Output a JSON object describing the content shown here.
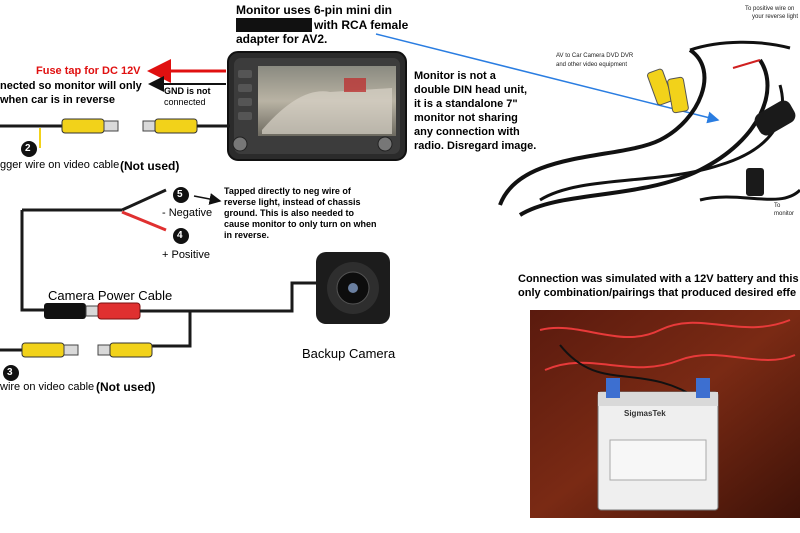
{
  "texts": {
    "monitor_top_l1": "Monitor uses 6-pin mini din",
    "monitor_top_l2": "with RCA female",
    "monitor_top_l3": "adapter for AV2.",
    "fuse_tap": "Fuse tap for DC 12V",
    "connected_l1": "nected so monitor will only",
    "connected_l2": "when car is in reverse",
    "gnd_l1": "GND is not",
    "gnd_l2": "connected",
    "monitor_note_l1": "Monitor is not a",
    "monitor_note_l2": "double DIN head unit,",
    "monitor_note_l3": "it is a standalone 7\"",
    "monitor_note_l4": "monitor not sharing",
    "monitor_note_l5": "any connection with",
    "monitor_note_l6": "radio. Disregard image.",
    "num2": "2",
    "trigger_wire_2": "gger wire on video cable",
    "not_used_2": "(Not used)",
    "num5": "5",
    "negative": "- Negative",
    "num4": "4",
    "positive": "+ Positive",
    "tapped_l1": "Tapped directly to neg wire of",
    "tapped_l2": "reverse light, instead of chassis",
    "tapped_l3": "ground. This is also needed to",
    "tapped_l4": "cause monitor to only turn on when",
    "tapped_l5": "in reverse.",
    "camera_power_cable": "Camera Power Cable",
    "backup_camera": "Backup Camera",
    "num3": "3",
    "trigger_wire_3": "wire on video cable",
    "not_used_3": "(Not used)",
    "photo_av_label_l1": "AV to Car Camera DVD DVR",
    "photo_av_label_l2": "and other video equipment",
    "photo_pos_l1": "To positive wire on",
    "photo_pos_l2": "your reverse light",
    "photo_monitor": "To monitor",
    "simulated_l1": "Connection was simulated with a 12V battery and this",
    "simulated_l2": "only combination/pairings that produced desired effe",
    "battery_brand": "SigmasTek"
  },
  "colors": {
    "red_arrow": "#e01010",
    "blue_arrow": "#2a7de1",
    "rca_yellow": "#f2d21a",
    "rca_red": "#e03030",
    "cable_black": "#1a1a1a"
  }
}
